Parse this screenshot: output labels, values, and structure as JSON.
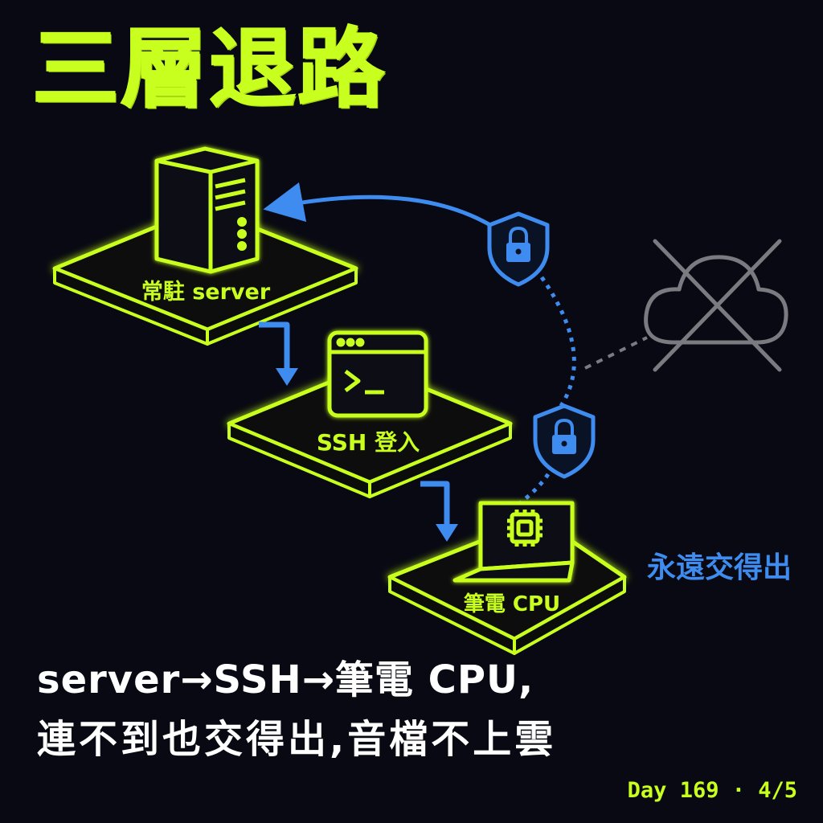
{
  "title": "三層退路",
  "nodes": {
    "server": {
      "label": "常駐 server",
      "icon": "server-tower-icon"
    },
    "ssh": {
      "label": "SSH 登入",
      "icon": "terminal-window-icon"
    },
    "laptop": {
      "label": "筆電 CPU",
      "icon": "laptop-cpu-icon"
    }
  },
  "side_label": "永遠交得出",
  "cloud_icon": "crossed-out-cloud-icon",
  "lock_icon": "shield-lock-icon",
  "caption": {
    "line1": "server→SSH→筆電 CPU,",
    "line2": "連不到也交得出,音檔不上雲"
  },
  "footer": "Day 169 · 4/5",
  "colors": {
    "background": "#080912",
    "accent_green": "#c8ff1e",
    "accent_blue": "#3f8cf0",
    "cloud_gray": "#7a7a80",
    "text_white": "#ffffff"
  }
}
